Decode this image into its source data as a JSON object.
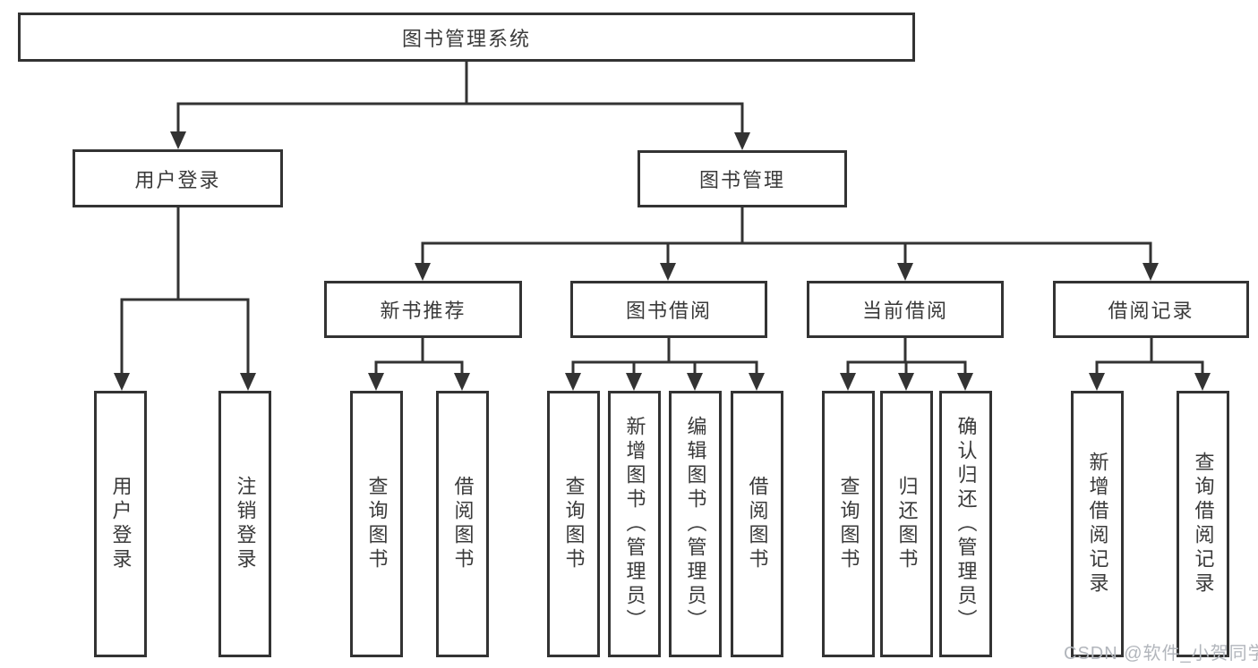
{
  "diagram": {
    "title_note": "function structure tree",
    "root": "图书管理系统",
    "level2": [
      "用户登录",
      "图书管理"
    ],
    "level3": [
      "新书推荐",
      "图书借阅",
      "当前借阅",
      "借阅记录"
    ],
    "leaves": [
      "用户登录",
      "注销登录",
      "查询图书",
      "借阅图书",
      "查询图书",
      "新增图书（管理员）",
      "编辑图书（管理员）",
      "借阅图书",
      "查询图书",
      "归还图书",
      "确认归还（管理员）",
      "新增借阅记录",
      "查询借阅记录"
    ]
  },
  "watermark": "CSDN @软件_小贺同学",
  "colors": {
    "line": "#333333",
    "text": "#3a3a3a",
    "background": "#ffffff",
    "watermark": "#b2b6bc"
  }
}
